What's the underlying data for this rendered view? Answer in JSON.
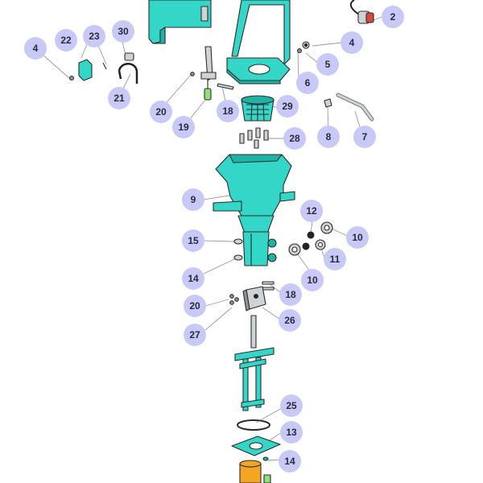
{
  "diagram": {
    "callouts": [
      {
        "id": "c2",
        "label": "2"
      },
      {
        "id": "c4a",
        "label": "4"
      },
      {
        "id": "c4b",
        "label": "4"
      },
      {
        "id": "c5",
        "label": "5"
      },
      {
        "id": "c6",
        "label": "6"
      },
      {
        "id": "c7",
        "label": "7"
      },
      {
        "id": "c8",
        "label": "8"
      },
      {
        "id": "c9",
        "label": "9"
      },
      {
        "id": "c10a",
        "label": "10"
      },
      {
        "id": "c10b",
        "label": "10"
      },
      {
        "id": "c11",
        "label": "11"
      },
      {
        "id": "c12",
        "label": "12"
      },
      {
        "id": "c13",
        "label": "13"
      },
      {
        "id": "c14a",
        "label": "14"
      },
      {
        "id": "c14b",
        "label": "14"
      },
      {
        "id": "c15",
        "label": "15"
      },
      {
        "id": "c18a",
        "label": "18"
      },
      {
        "id": "c18b",
        "label": "18"
      },
      {
        "id": "c19",
        "label": "19"
      },
      {
        "id": "c20a",
        "label": "20"
      },
      {
        "id": "c20b",
        "label": "20"
      },
      {
        "id": "c21",
        "label": "21"
      },
      {
        "id": "c22",
        "label": "22"
      },
      {
        "id": "c23",
        "label": "23"
      },
      {
        "id": "c25",
        "label": "25"
      },
      {
        "id": "c26",
        "label": "26"
      },
      {
        "id": "c27",
        "label": "27"
      },
      {
        "id": "c28",
        "label": "28"
      },
      {
        "id": "c29",
        "label": "29"
      },
      {
        "id": "c30",
        "label": "30"
      }
    ]
  }
}
